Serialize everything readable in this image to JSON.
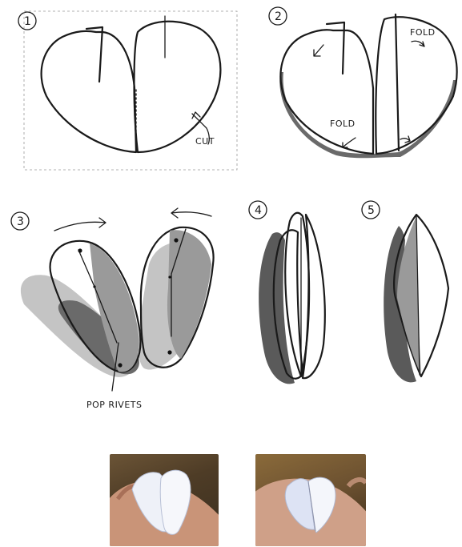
{
  "steps": {
    "s1": "1",
    "s2": "2",
    "s3": "3",
    "s4": "4",
    "s5": "5"
  },
  "annotations": {
    "cut": "CUT",
    "fold_top": "FOLD",
    "fold_bottom": "FOLD",
    "pop_rivets": "POP RIVETS"
  },
  "colors": {
    "ink": "#1a1a1a",
    "shadow_dark": "#5a5a5a",
    "shadow_light": "#bdbdbd",
    "mid_gray": "#9a9a9a",
    "paper": "#ffffff",
    "skin": "#c99478",
    "cardboard": "#8a6a3a"
  }
}
